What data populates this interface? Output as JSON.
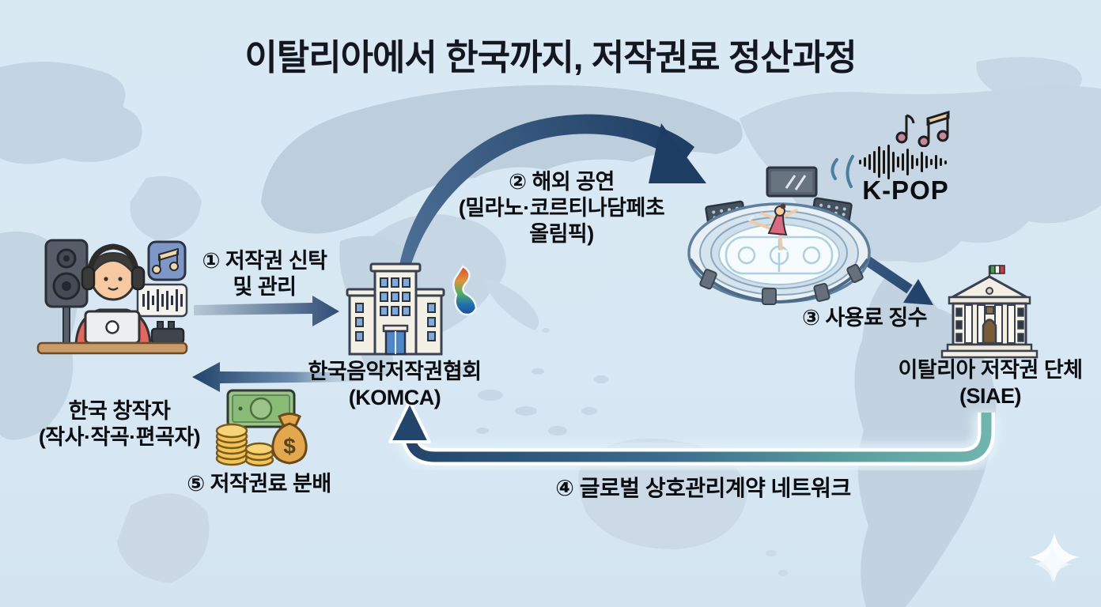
{
  "title": "이탈리아에서 한국까지, 저작권료 정산과정",
  "nodes": {
    "creator": {
      "name": "한국 창작자",
      "role": "(작사·작곡·편곡자)"
    },
    "komca": {
      "name": "한국음악저작권협회",
      "abbr": "(KOMCA)"
    },
    "venue": {
      "genre_label": "K-POP"
    },
    "siae": {
      "name": "이탈리아 저작권 단체",
      "abbr": "(SIAE)"
    }
  },
  "steps": {
    "s1": {
      "line1": "① 저작권 신탁",
      "line2": "및 관리"
    },
    "s2": {
      "line1": "② 해외 공연",
      "line2": "(밀라노·코르티나담페초",
      "line3": "올림픽)"
    },
    "s3": {
      "label": "③ 사용료 징수"
    },
    "s4": {
      "label": "④ 글로벌 상호관리계약 네트워크"
    },
    "s5": {
      "label": "⑤ 저작권료 분배"
    }
  },
  "money": {
    "currency_symbol": "$"
  },
  "icons": {
    "music_notes": "eighth-note and beamed-notes",
    "soundwave": "vertical-bar equalizer",
    "sparkle": "four-point star"
  },
  "colors": {
    "background": "#d9e9f4",
    "land": "#c4d4e3",
    "arrow_navy": "#24456b",
    "arrow_teal": "#66aba7",
    "title_text": "#14171f",
    "label_text": "#0b0d11",
    "korea_gradient": [
      "#d94f2b",
      "#e0923c",
      "#4fae62",
      "#1f6fb0"
    ]
  }
}
